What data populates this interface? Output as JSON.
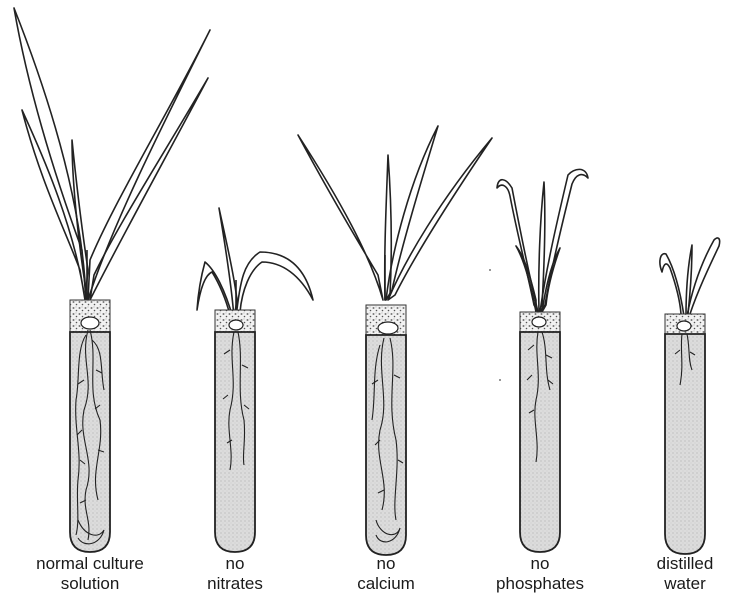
{
  "tubes": [
    {
      "line1": "normal culture",
      "line2": "solution"
    },
    {
      "line1": "no",
      "line2": "nitrates"
    },
    {
      "line1": "no",
      "line2": "calcium"
    },
    {
      "line1": "no",
      "line2": "phosphates"
    },
    {
      "line1": "distilled",
      "line2": "water"
    }
  ]
}
